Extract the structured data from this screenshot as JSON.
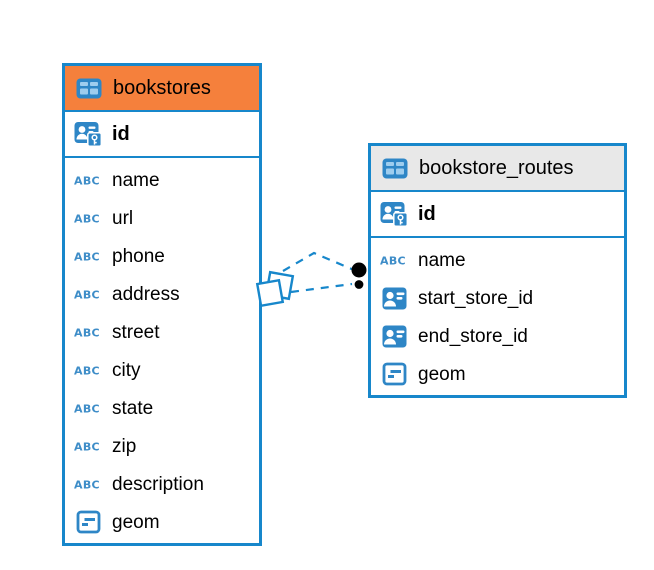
{
  "diagram": {
    "type": "entity-relationship",
    "colors": {
      "table_border": "#1787CB",
      "bookstores_header": "#F5803C",
      "routes_header": "#E8E8E8",
      "icon_blue": "#2E86C6",
      "icon_cell_blue": "#9ECDEE",
      "text_icon_blue": "#3E8DC8",
      "relationship_line": "#1787CB",
      "relationship_endpoint": "#000000"
    },
    "text_icon_glyph": "ABC",
    "tables": [
      {
        "name": "bookstores",
        "icon": "table-icon",
        "header_color": "#F5803C",
        "columns": [
          {
            "name": "id",
            "icon": "primary-key-icon",
            "key": "primary"
          },
          {
            "name": "name",
            "icon": "text-icon"
          },
          {
            "name": "url",
            "icon": "text-icon"
          },
          {
            "name": "phone",
            "icon": "text-icon"
          },
          {
            "name": "address",
            "icon": "text-icon"
          },
          {
            "name": "street",
            "icon": "text-icon"
          },
          {
            "name": "city",
            "icon": "text-icon"
          },
          {
            "name": "state",
            "icon": "text-icon"
          },
          {
            "name": "zip",
            "icon": "text-icon"
          },
          {
            "name": "description",
            "icon": "text-icon"
          },
          {
            "name": "geom",
            "icon": "geometry-icon"
          }
        ]
      },
      {
        "name": "bookstore_routes",
        "icon": "table-icon",
        "header_color": "#E8E8E8",
        "columns": [
          {
            "name": "id",
            "icon": "primary-key-icon",
            "key": "primary"
          },
          {
            "name": "name",
            "icon": "text-icon"
          },
          {
            "name": "start_store_id",
            "icon": "reference-icon"
          },
          {
            "name": "end_store_id",
            "icon": "reference-icon"
          },
          {
            "name": "geom",
            "icon": "geometry-icon"
          }
        ]
      }
    ],
    "relationships": [
      {
        "from_table": "bookstore_routes",
        "to_table": "bookstores",
        "style": "dashed"
      },
      {
        "from_table": "bookstore_routes",
        "to_table": "bookstores",
        "style": "dashed"
      }
    ]
  }
}
